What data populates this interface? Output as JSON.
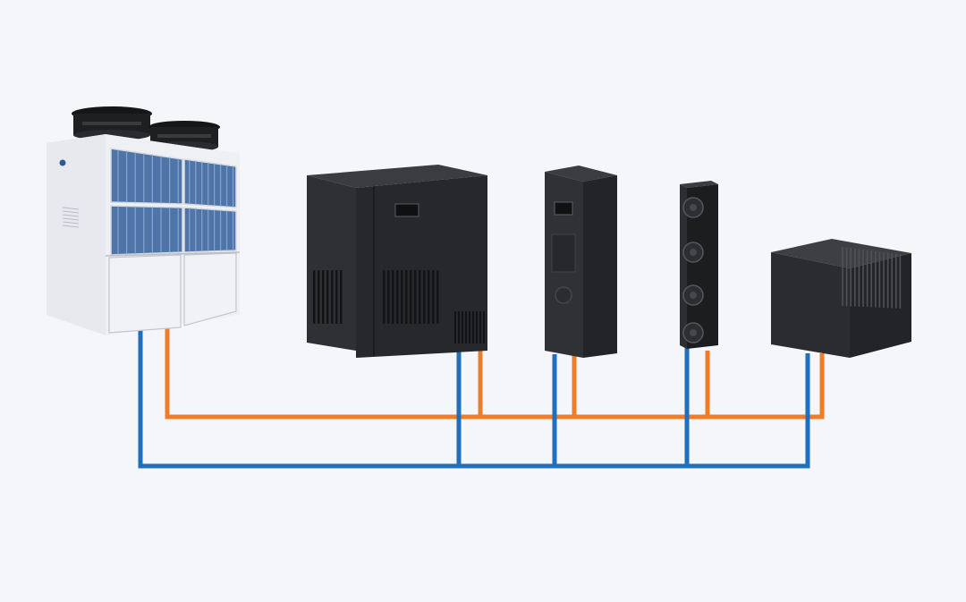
{
  "colors": {
    "background": "#f4f6f9",
    "supply_pipe": "#ee7d2b",
    "return_pipe": "#1e6fbd",
    "chiller_body": "#e7e9ee",
    "chiller_coil": "#4f74a8",
    "unit_body": "#2b2d30",
    "unit_dark": "#1b1c1e"
  },
  "diagram": {
    "logo_text": "",
    "nodes": [
      {
        "id": "outdoor-chiller",
        "icon": "chiller-unit-icon"
      },
      {
        "id": "floor-cooling-unit",
        "icon": "floor-cabinet-icon"
      },
      {
        "id": "in-row-cooling-unit",
        "icon": "slim-cabinet-icon"
      },
      {
        "id": "rack-backdoor-fan-unit",
        "icon": "fan-column-icon"
      },
      {
        "id": "ceiling-cooling-unit",
        "icon": "ceiling-unit-icon"
      }
    ],
    "pipes": [
      {
        "id": "supply-line",
        "color_key": "supply_pipe"
      },
      {
        "id": "return-line",
        "color_key": "return_pipe"
      }
    ]
  }
}
